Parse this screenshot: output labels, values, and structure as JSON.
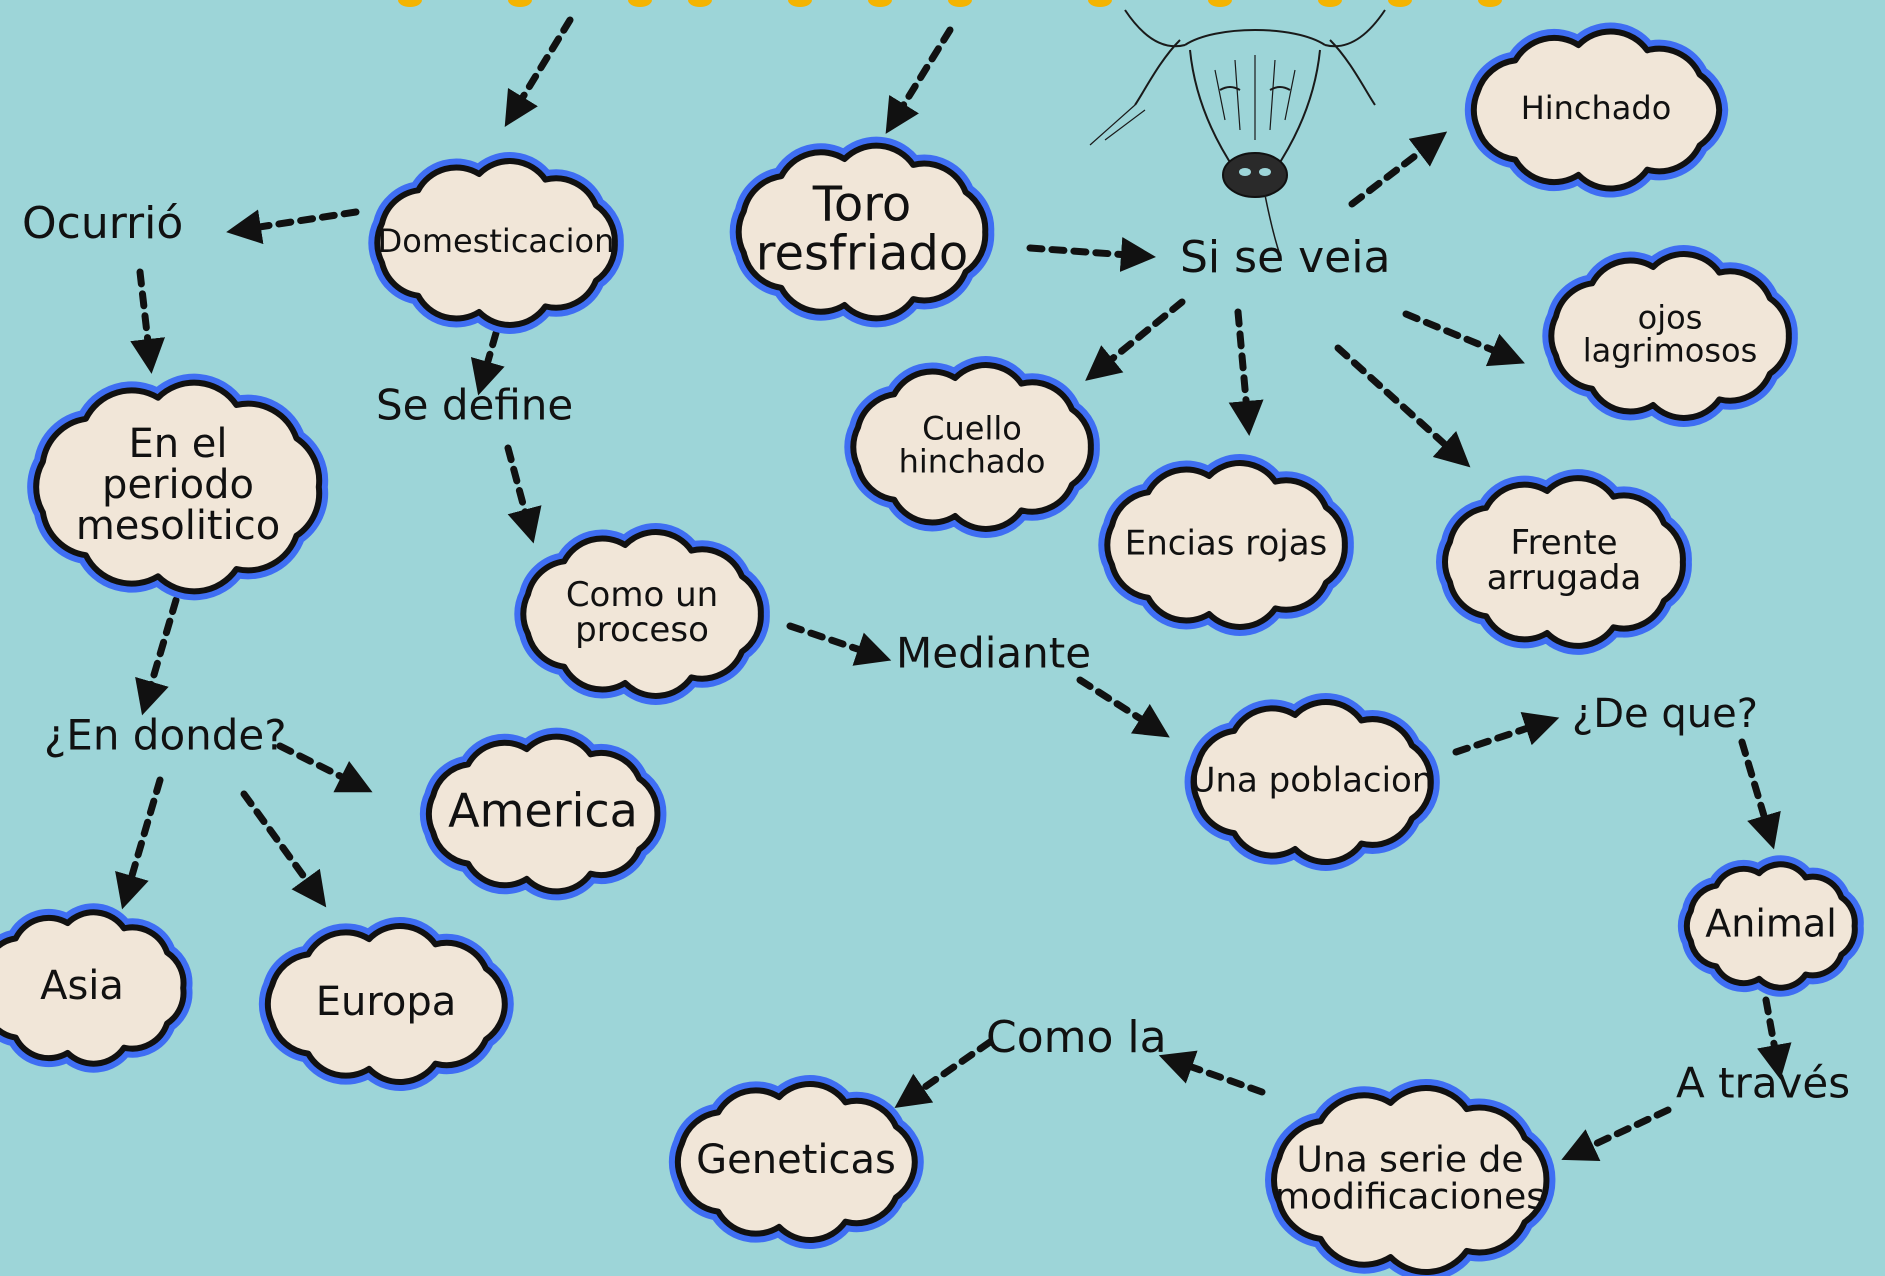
{
  "colors": {
    "background": "#9dd5d8",
    "cloud_fill": "#f1e6d8",
    "cloud_outline": "#111111",
    "cloud_glow": "#3f6ef3",
    "arrow": "#111111",
    "title_dots": "#f4b400"
  },
  "illustration": {
    "icon": "bull-head-icon"
  },
  "nodes": {
    "domesticacion": "Domesticacion",
    "toro_resfriado": [
      "Toro",
      "resfriado"
    ],
    "en_el_periodo": [
      "En el",
      "periodo",
      "mesolitico"
    ],
    "como_un_proceso": [
      "Como un",
      "proceso"
    ],
    "america": "America",
    "asia": "Asia",
    "europa": "Europa",
    "hinchado": "Hinchado",
    "ojos_lagrimosos": [
      "ojos",
      "lagrimosos"
    ],
    "cuello_hinchado": [
      "Cuello",
      "hinchado"
    ],
    "encias_rojas": "Encias rojas",
    "frente_arrugada": [
      "Frente",
      "arrugada"
    ],
    "una_poblacion": "Una poblacion",
    "animal": "Animal",
    "geneticas": "Geneticas",
    "una_serie": [
      "Una serie de",
      "modificaciones"
    ]
  },
  "labels": {
    "ocurrio": "Ocurrió",
    "se_define": "Se define",
    "en_donde": "¿En donde?",
    "mediante": "Mediante",
    "si_se_veia": "Si se veia",
    "de_que": "¿De que?",
    "a_traves": "A través",
    "como_la": "Como la"
  }
}
